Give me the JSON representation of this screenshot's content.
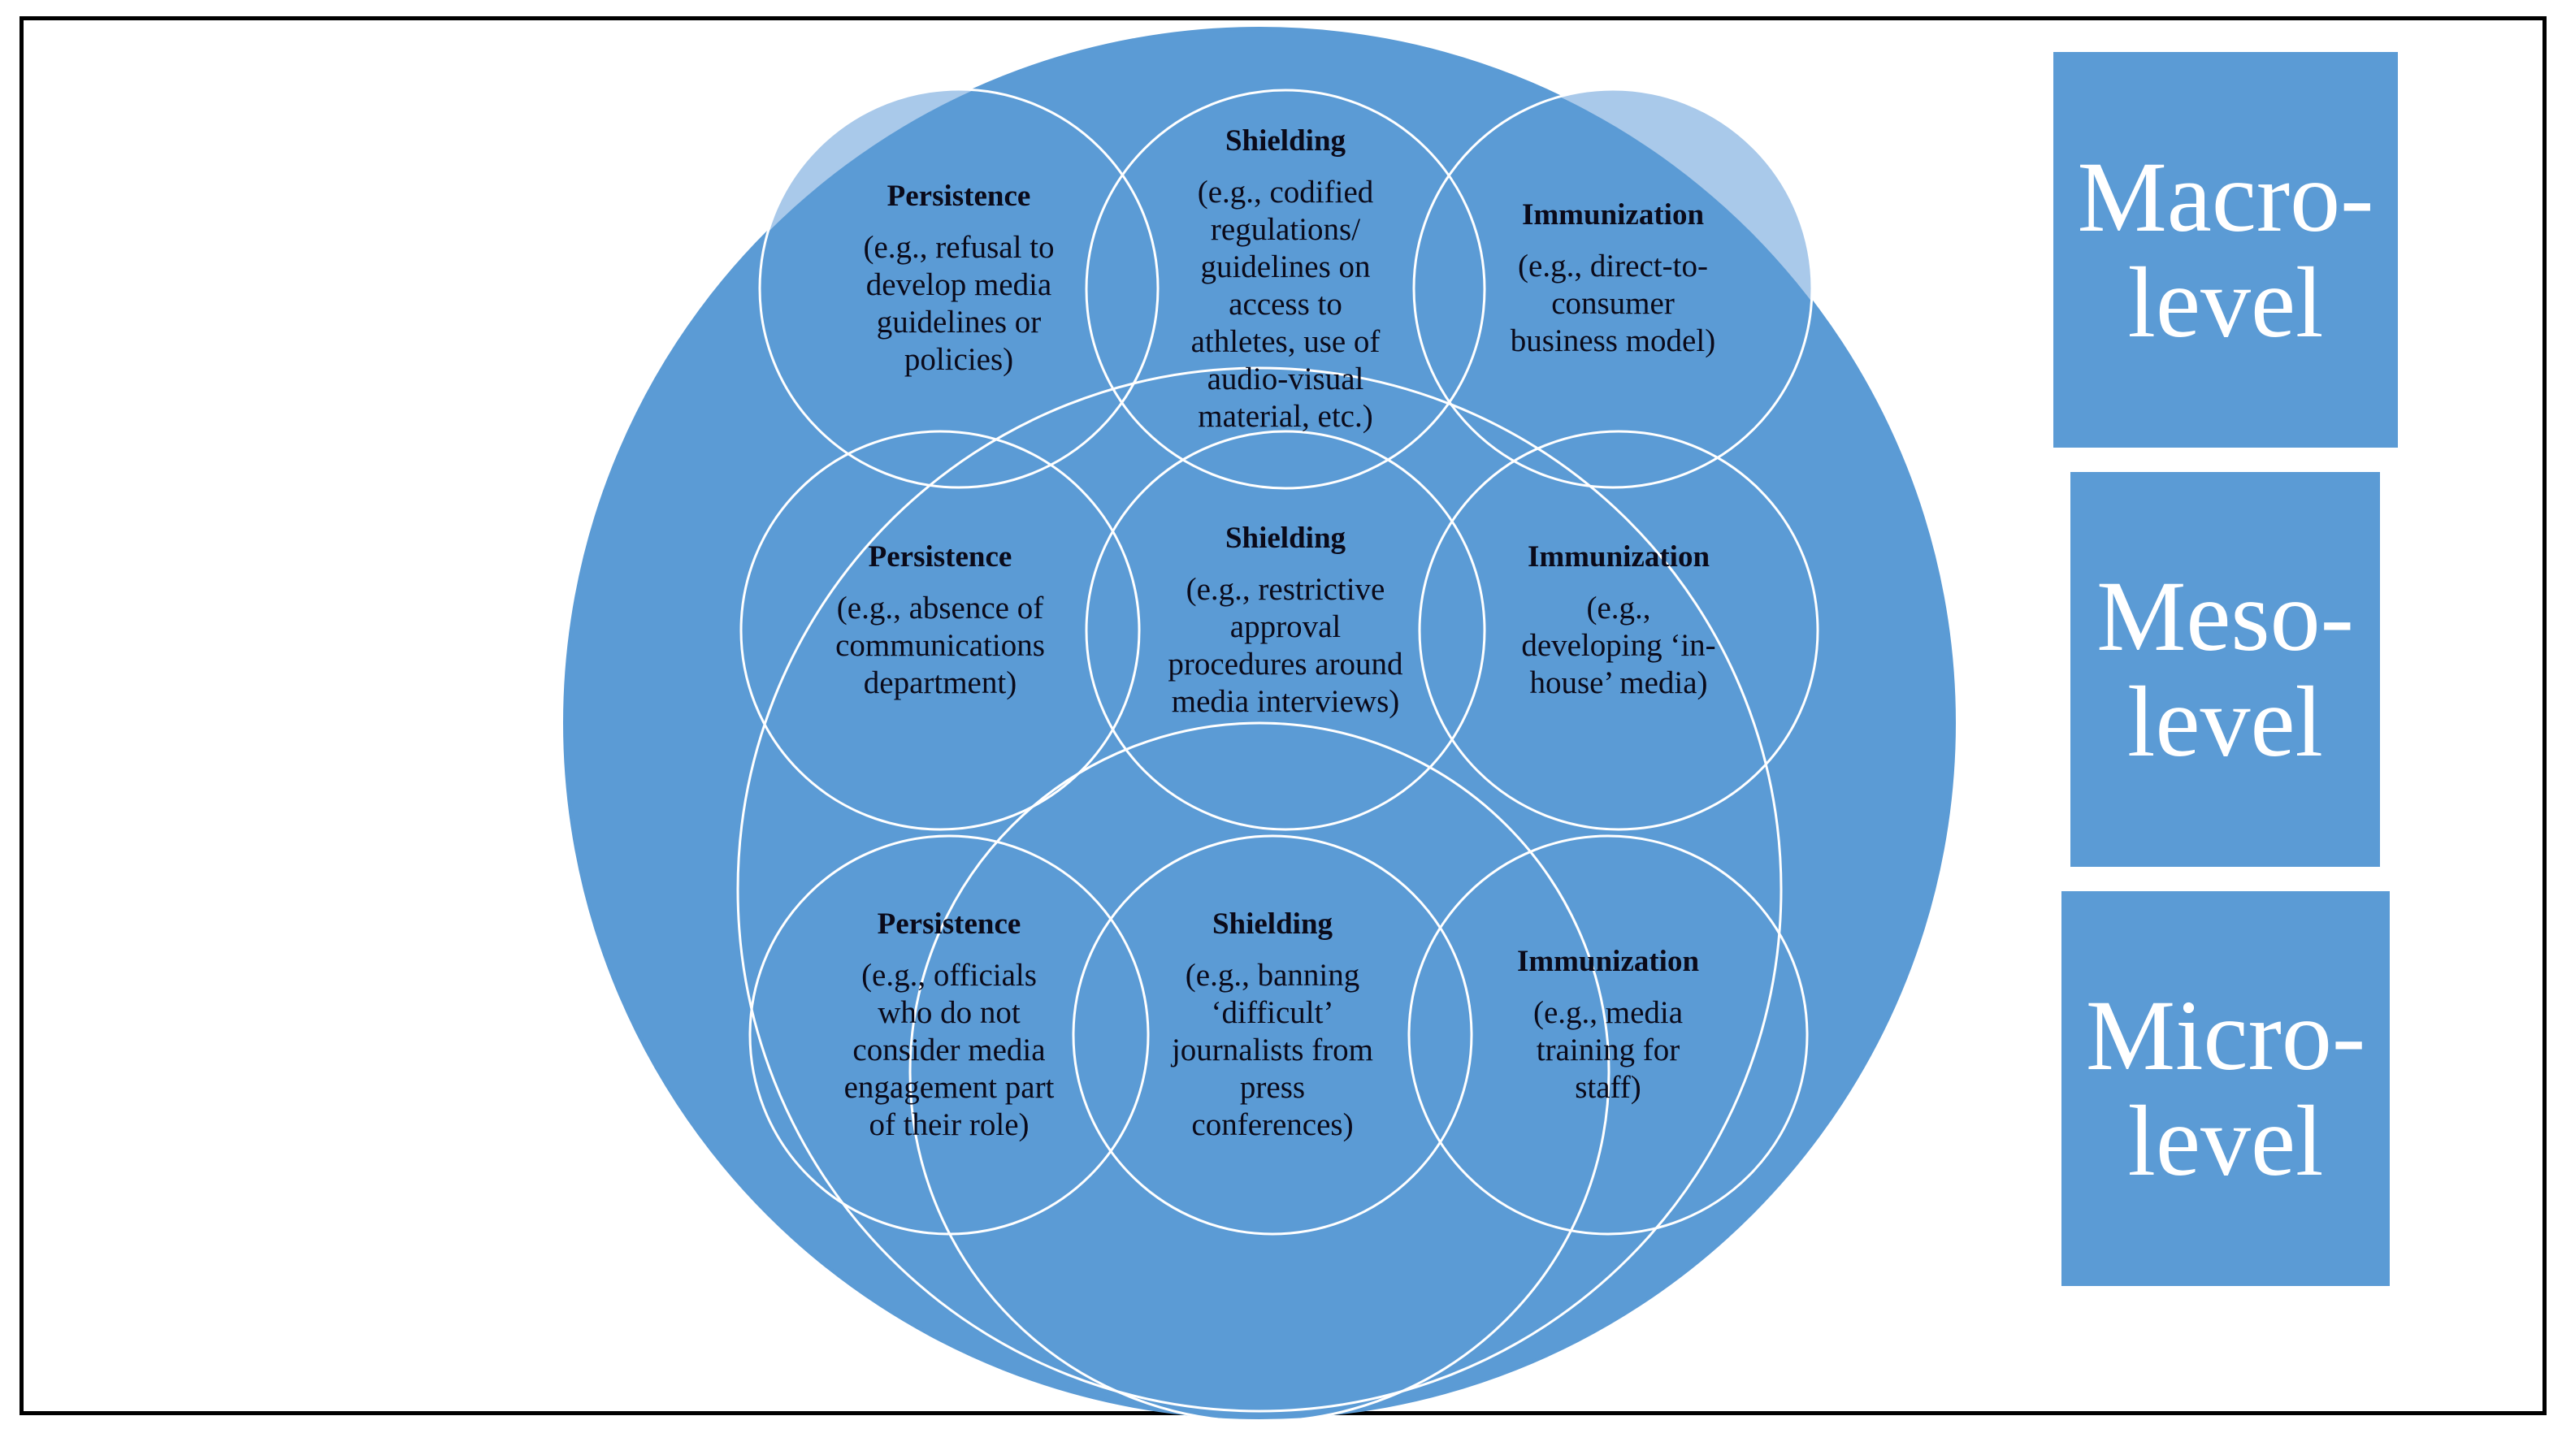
{
  "colors": {
    "fill": "#5b9bd5",
    "outline": "#ffffff",
    "text": "#0a0a1a",
    "border": "#000000"
  },
  "levels": [
    {
      "id": "macro",
      "label": "Macro-\nlevel"
    },
    {
      "id": "meso",
      "label": "Meso-\nlevel"
    },
    {
      "id": "micro",
      "label": "Micro-\nlevel"
    }
  ],
  "rows": [
    {
      "level": "macro",
      "nodes": [
        {
          "title": "Persistence",
          "lines": [
            "(e.g., refusal to",
            "develop media",
            "guidelines or",
            "policies)"
          ]
        },
        {
          "title": "Shielding",
          "lines": [
            "(e.g., codified",
            "regulations/",
            "guidelines on",
            "access to",
            "athletes, use of",
            "audio-visual",
            "material, etc.)"
          ]
        },
        {
          "title": "Immunization",
          "lines": [
            "(e.g., direct-to-",
            "consumer",
            "business model)"
          ]
        }
      ]
    },
    {
      "level": "meso",
      "nodes": [
        {
          "title": "Persistence",
          "lines": [
            "(e.g., absence of",
            "communications",
            "department)"
          ]
        },
        {
          "title": "Shielding",
          "lines": [
            "(e.g., restrictive",
            "approval",
            "procedures around",
            "media interviews)"
          ]
        },
        {
          "title": "Immunization",
          "lines": [
            "(e.g.,",
            "developing ‘in-",
            "house’ media)"
          ]
        }
      ]
    },
    {
      "level": "micro",
      "nodes": [
        {
          "title": "Persistence",
          "lines": [
            "(e.g., officials",
            "who do not",
            "consider media",
            "engagement part",
            "of their role)"
          ]
        },
        {
          "title": "Shielding",
          "lines": [
            "(e.g., banning",
            "‘difficult’",
            "journalists from",
            "press",
            "conferences)"
          ]
        },
        {
          "title": "Immunization",
          "lines": [
            "(e.g., media",
            "training for",
            "staff)"
          ]
        }
      ]
    }
  ]
}
